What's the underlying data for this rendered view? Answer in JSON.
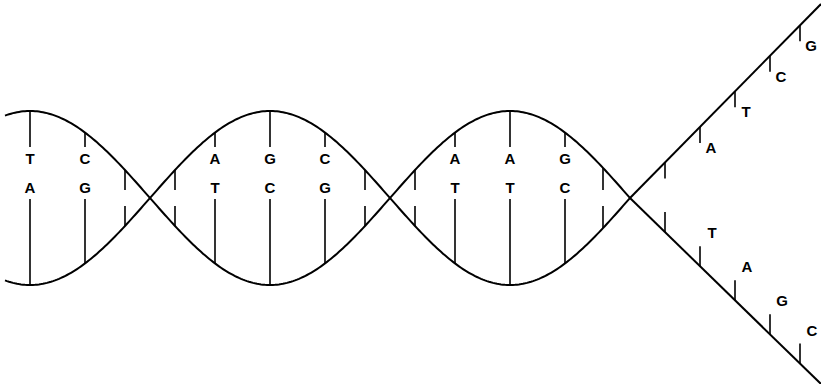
{
  "diagram": {
    "labels": [
      "T",
      "A",
      "C",
      "G",
      "A",
      "T",
      "G",
      "C",
      "C",
      "G",
      "A",
      "T",
      "A",
      "T",
      "G",
      "C",
      "G",
      "C",
      "T",
      "A",
      "T",
      "A",
      "G",
      "C"
    ]
  }
}
